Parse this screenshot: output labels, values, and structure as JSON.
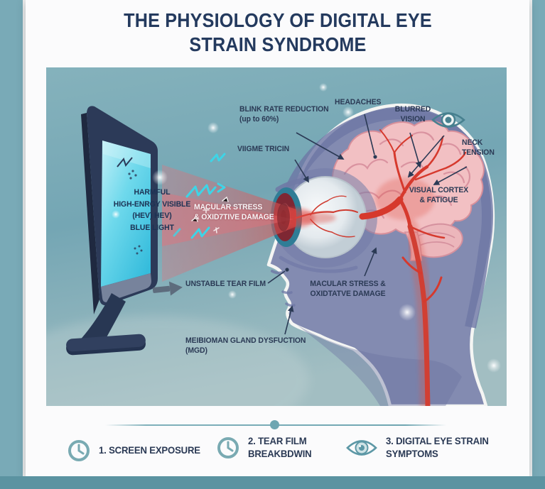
{
  "title": "THE PHYSIOLOGY OF DIGITAL EYE STRAIN SYNDROME",
  "illustration": {
    "labels": {
      "screen": "HARMFUL\nHIGH-ENRGY VISIBLE\n(HEV) HEV)\nBLUE LIGHT",
      "blink_rate": "BLINK RATE REDUCTION\n(up to 60%)",
      "viigme": "VIIGME TRICIN",
      "headaches": "HEADACHES",
      "blurred_vision": "BLURRED\nVISION",
      "neck_tension": "NECK\nTENSION",
      "visual_cortex": "VISUAL CORTEX\n& FATIGUE",
      "beam": "MACULAR STRESS\n& OXID7TIVE DAMAGE",
      "unstable_tear_film": "UNSTABLE TEAR FILM",
      "macular_right": "MACULAR STRESS &\nOXIDTATVE DAMAGE",
      "mgd": "MEIBIOMAN GLAND DYSFUCTION\n(MGD)"
    }
  },
  "legend": {
    "items": [
      {
        "icon": "clock-icon",
        "label": "1. SCREEN EXPOSURE"
      },
      {
        "icon": "clock-icon",
        "label": "2. TEAR FILM\nBREAKBDWIN"
      },
      {
        "icon": "eye-icon",
        "label": "3. DIGITAL EYE STRAIN\nSYMPTOMS"
      }
    ]
  },
  "colors": {
    "background_teal": "#79aab7",
    "bottom_bar": "#5b93a1",
    "card_white": "#fbfbfc",
    "title_navy": "#243a5e",
    "label_navy": "#2b3a55",
    "icon_teal": "#6ba3ad",
    "panel_teal": "#76a7b5",
    "monitor_navy": "#2c3a58",
    "screen_cyan": "#62d6ea",
    "beam_red": "#cf6a70",
    "brain_pink": "#f2c0c3",
    "artery_red": "#d6392d",
    "head_blue": "#838bb1"
  }
}
